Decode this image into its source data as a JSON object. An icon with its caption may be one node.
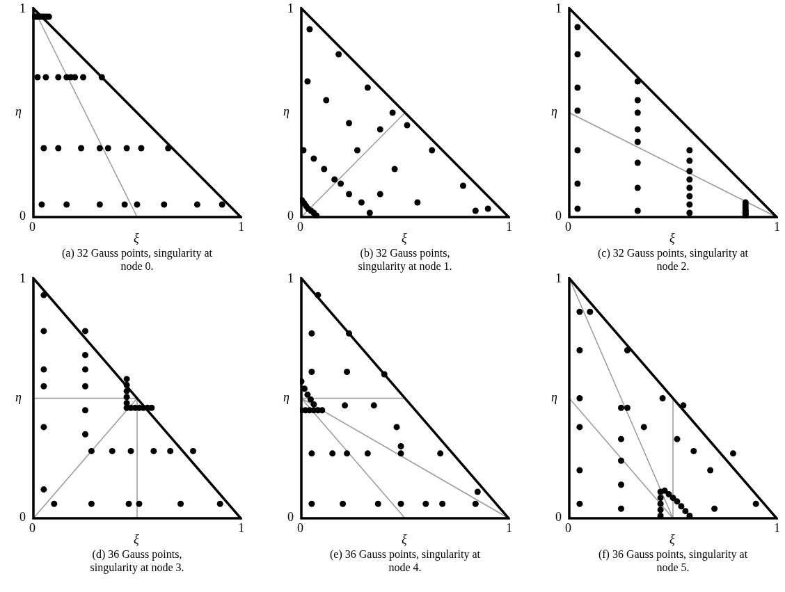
{
  "diagram": {
    "labels": [
      "1",
      "η",
      "0",
      "0",
      "ξ",
      "1",
      "(a) 32 Gauss points, singularity at node 0.",
      "1",
      "η",
      "0",
      "0",
      "ξ",
      "1",
      "(b) 32 Gauss points, singularity at node 1.",
      "1",
      "η",
      "0",
      "0",
      "ξ",
      "1",
      "(c) 32 Gauss points, singularity at node 2.",
      "1",
      "η",
      "0",
      "0",
      "ξ",
      "1",
      "(d) 36 Gauss points, singularity at node 3.",
      "1",
      "η",
      "0",
      "0",
      "ξ",
      "1",
      "(e) 36 Gauss points, singularity at node 4.",
      "1",
      "η",
      "0",
      "0",
      "ξ",
      "1",
      "(f) 36 Gauss points, singularity at node 5."
    ]
  }
}
